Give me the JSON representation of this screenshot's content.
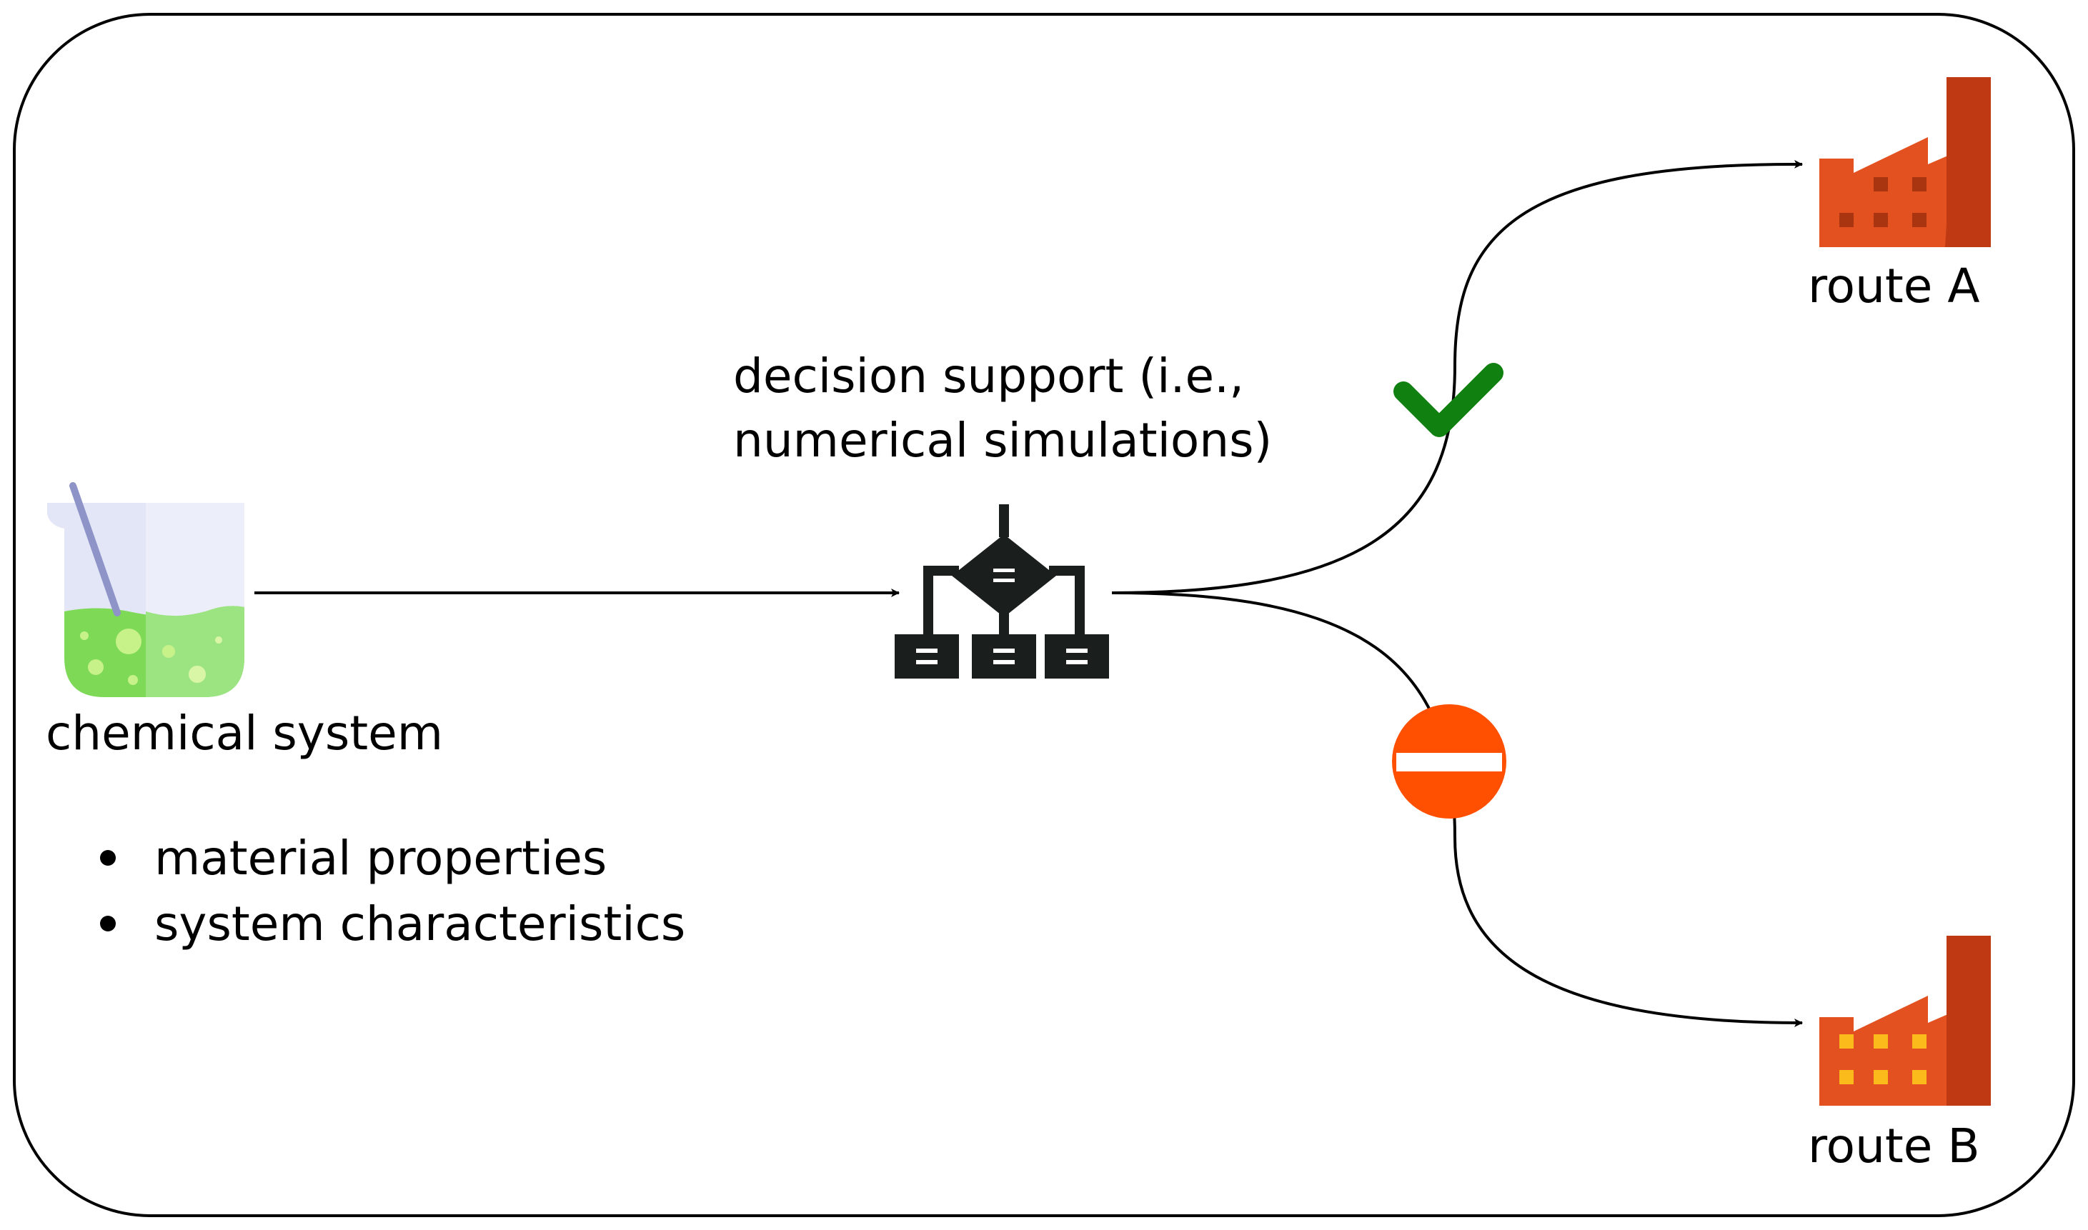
{
  "nodes": {
    "chemical_system": {
      "label": "chemical system",
      "bullets": [
        "material properties",
        "system characteristics"
      ]
    },
    "decision_support": {
      "label_lines": [
        "decision support (i.e.,",
        "numerical simulations)"
      ]
    },
    "route_a": {
      "label": "route A"
    },
    "route_b": {
      "label": "route B"
    }
  },
  "icons": {
    "chemical_system": "beaker-icon",
    "decision_support": "decision-tree-icon",
    "route_a": "factory-icon",
    "route_b": "factory-icon",
    "accept": "checkmark-icon",
    "reject": "no-entry-icon"
  },
  "colors": {
    "factory_main": "#e2511f",
    "factory_chimney": "#bf3a12",
    "route_a_windows": "#a83410",
    "route_b_windows": "#fbbb1a",
    "checkmark": "#108010",
    "no_entry": "#ff4f00",
    "liquid": "#7ed957",
    "decision_icon": "#1a1f1e"
  }
}
